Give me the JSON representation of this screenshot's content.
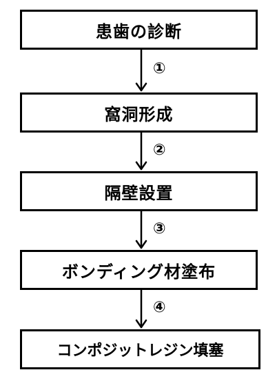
{
  "steps": [
    {
      "label": "患歯の診断"
    },
    {
      "label": "窩洞形成"
    },
    {
      "label": "隔壁設置"
    },
    {
      "label": "ボンディング材塗布"
    },
    {
      "label": "コンポジットレジン填塞"
    }
  ],
  "transitions": [
    {
      "number": "①"
    },
    {
      "number": "②"
    },
    {
      "number": "③"
    },
    {
      "number": "④"
    }
  ]
}
